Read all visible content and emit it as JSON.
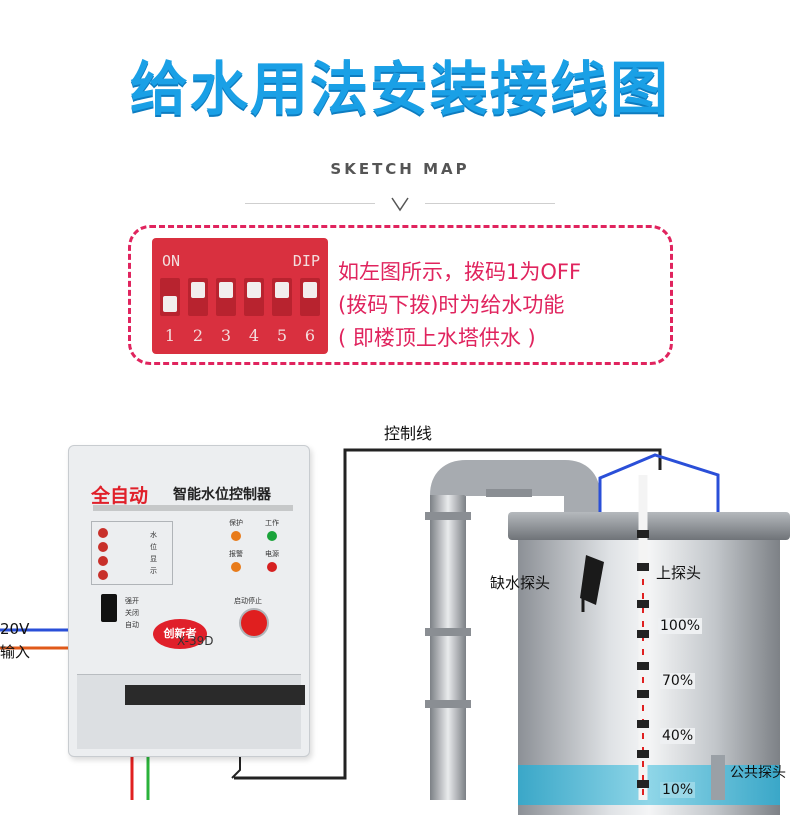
{
  "header": {
    "title": "给水用法安装接线图",
    "subtitle": "SKETCH MAP"
  },
  "dip_switch": {
    "on_label": "ON",
    "dip_label": "DIP",
    "numbers": [
      "1",
      "2",
      "3",
      "4",
      "5",
      "6"
    ]
  },
  "instructions": {
    "line1": "如左图所示，拨码1为OFF",
    "line2": "(拨码下拨)时为给水功能",
    "line3": "( 即楼顶上水塔供水 )"
  },
  "controller": {
    "brand": "全自动",
    "name": "智能水位控制器",
    "logo": "创新者",
    "model": "X-39D",
    "indicator_labels": [
      "保护",
      "工作",
      "报警",
      "电源"
    ],
    "level_text": [
      "水",
      "位",
      "显",
      "示"
    ],
    "button_label": "启动停止",
    "switch_labels": [
      "强开",
      "关闭",
      "自动"
    ]
  },
  "labels": {
    "control_wire": "控制线",
    "power_in_line1": "20V",
    "power_in_line2": "输入",
    "low_water_probe": "缺水探头",
    "upper_probe": "上探头",
    "common_probe": "公共探头"
  },
  "probe_levels": [
    "100%",
    "70%",
    "40%",
    "10%"
  ],
  "colors": {
    "title": "#1aa0e6",
    "accent": "#e0245e",
    "dip_body": "#d9303f",
    "wire_blue": "#2a4fd8",
    "wire_black": "#222222",
    "wire_orange": "#e05a1a",
    "wire_green": "#2ab23a",
    "wire_red": "#e02020"
  }
}
